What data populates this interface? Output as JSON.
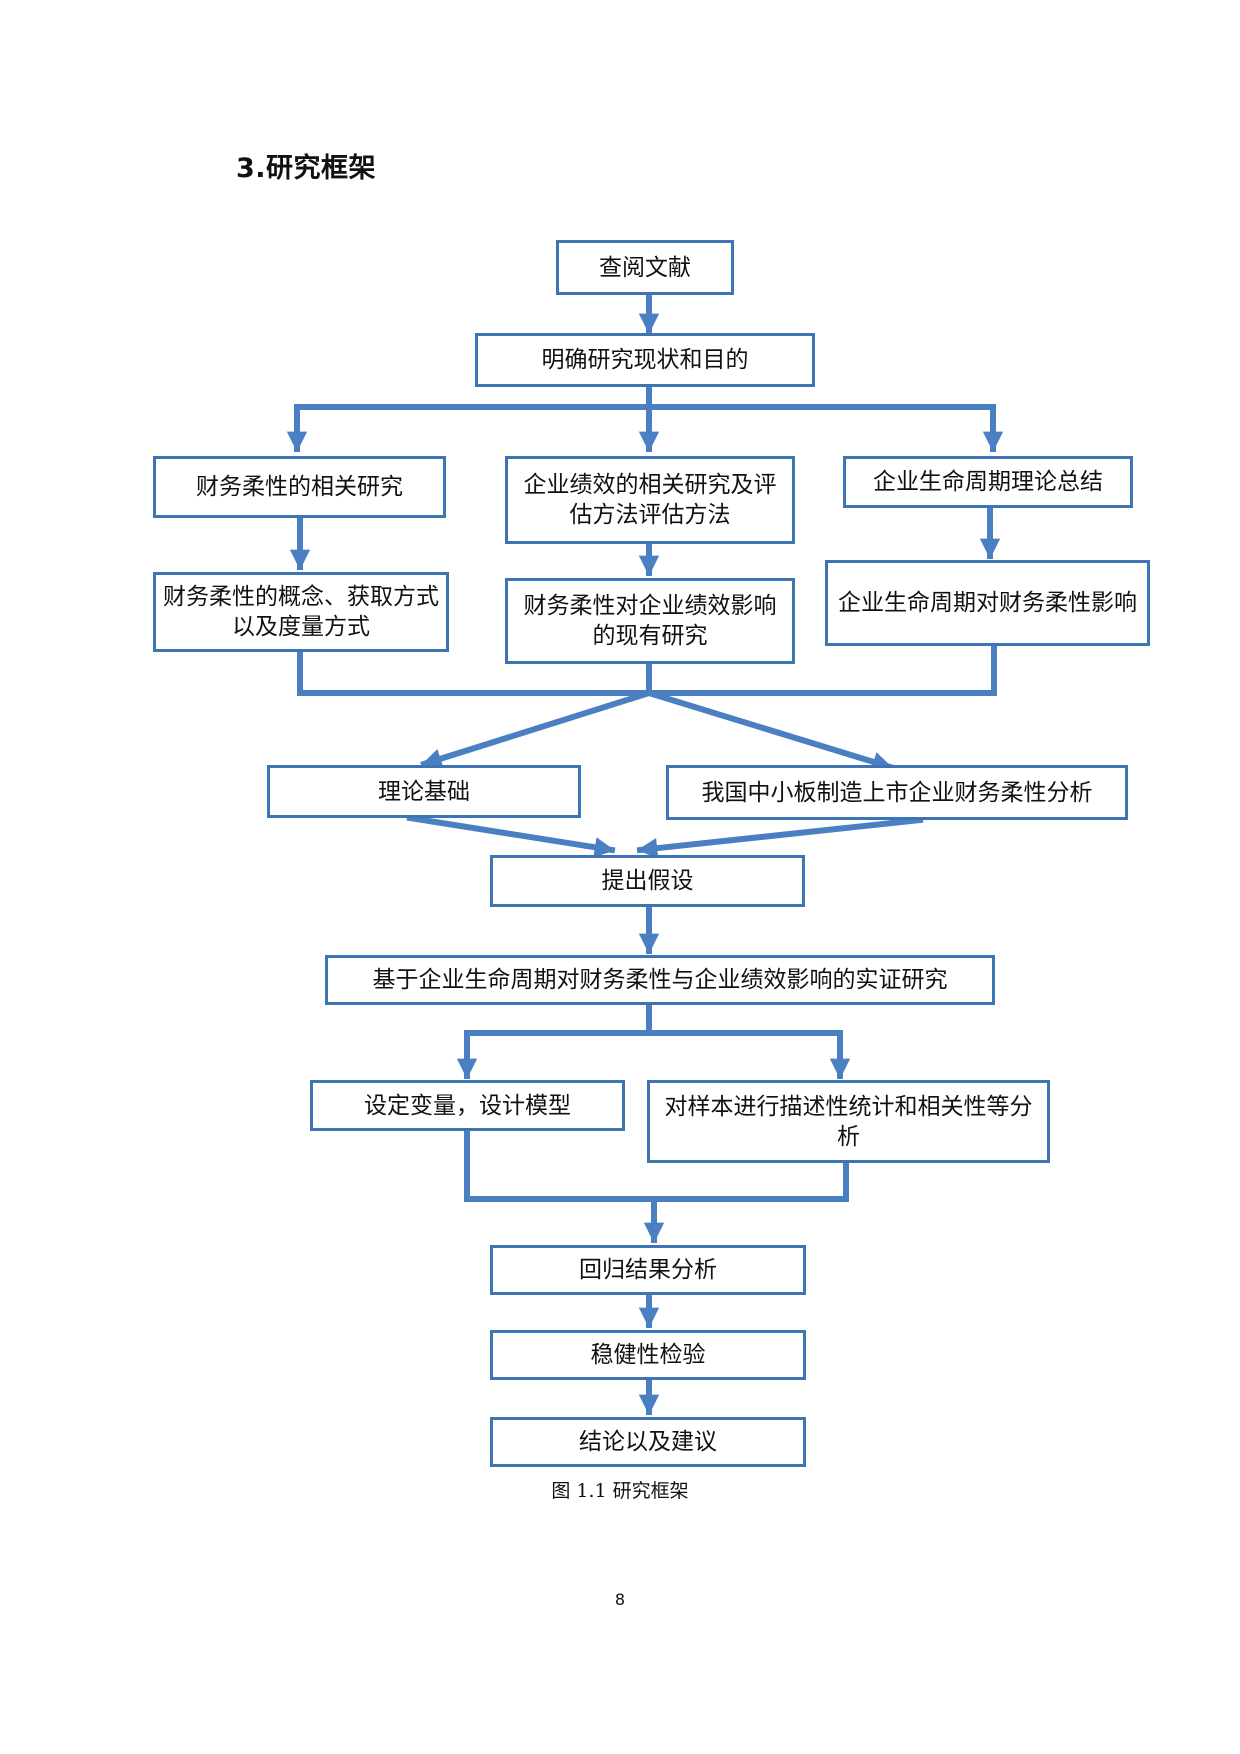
{
  "heading": "3.研究框架",
  "nodes": {
    "lit_review": "查阅文献",
    "clarify": "明确研究现状和目的",
    "ff_research": "财务柔性的相关研究",
    "perf_research": "企业绩效的相关研究及评估方法评估方法",
    "lifecycle_summary": "企业生命周期理论总结",
    "ff_concept": "财务柔性的概念、获取方式以及度量方式",
    "ff_perf_existing": "财务柔性对企业绩效影响的现有研究",
    "lifecycle_ff": "企业生命周期对财务柔性影响",
    "theory_basis": "理论基础",
    "sme_analysis": "我国中小板制造上市企业财务柔性分析",
    "hypothesis": "提出假设",
    "empirical": "基于企业生命周期对财务柔性与企业绩效影响的实证研究",
    "variables_model": "设定变量，设计模型",
    "descriptive": "对样本进行描述性统计和相关性等分析",
    "regression": "回归结果分析",
    "robustness": "稳健性检验",
    "conclusion": "结论以及建议"
  },
  "caption": "图 1.1  研究框架",
  "page_number": "8",
  "colors": {
    "border": "#3e74b4",
    "arrow": "#4a7fc1"
  }
}
